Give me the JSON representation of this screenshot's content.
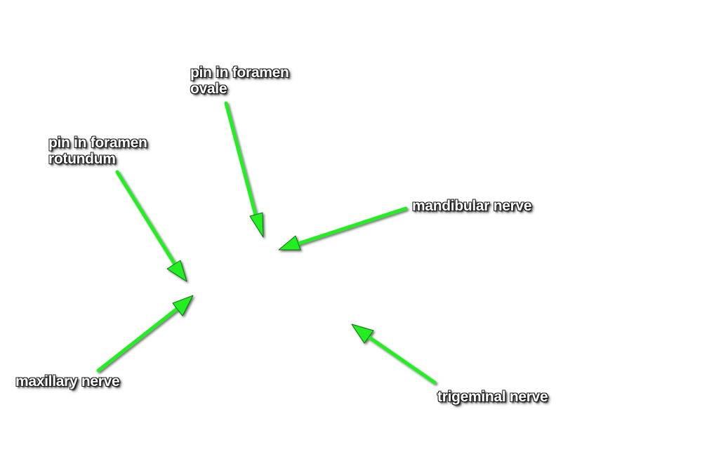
{
  "labels": {
    "ovale": {
      "line1": "pin in foramen",
      "line2": "ovale"
    },
    "rotundum": {
      "line1": "pin in foramen",
      "line2": "rotundum"
    },
    "mandibular": {
      "line1": "mandibular nerve"
    },
    "maxillary": {
      "line1": "maxillary nerve"
    },
    "trigeminal": {
      "line1": "trigeminal nerve"
    }
  },
  "colors": {
    "arrow": "#22ee22",
    "arrow_outline": "#0c6e0c",
    "label_text": "#ffffff",
    "label_outline": "#1a1a1a",
    "background": "#ffffff"
  }
}
